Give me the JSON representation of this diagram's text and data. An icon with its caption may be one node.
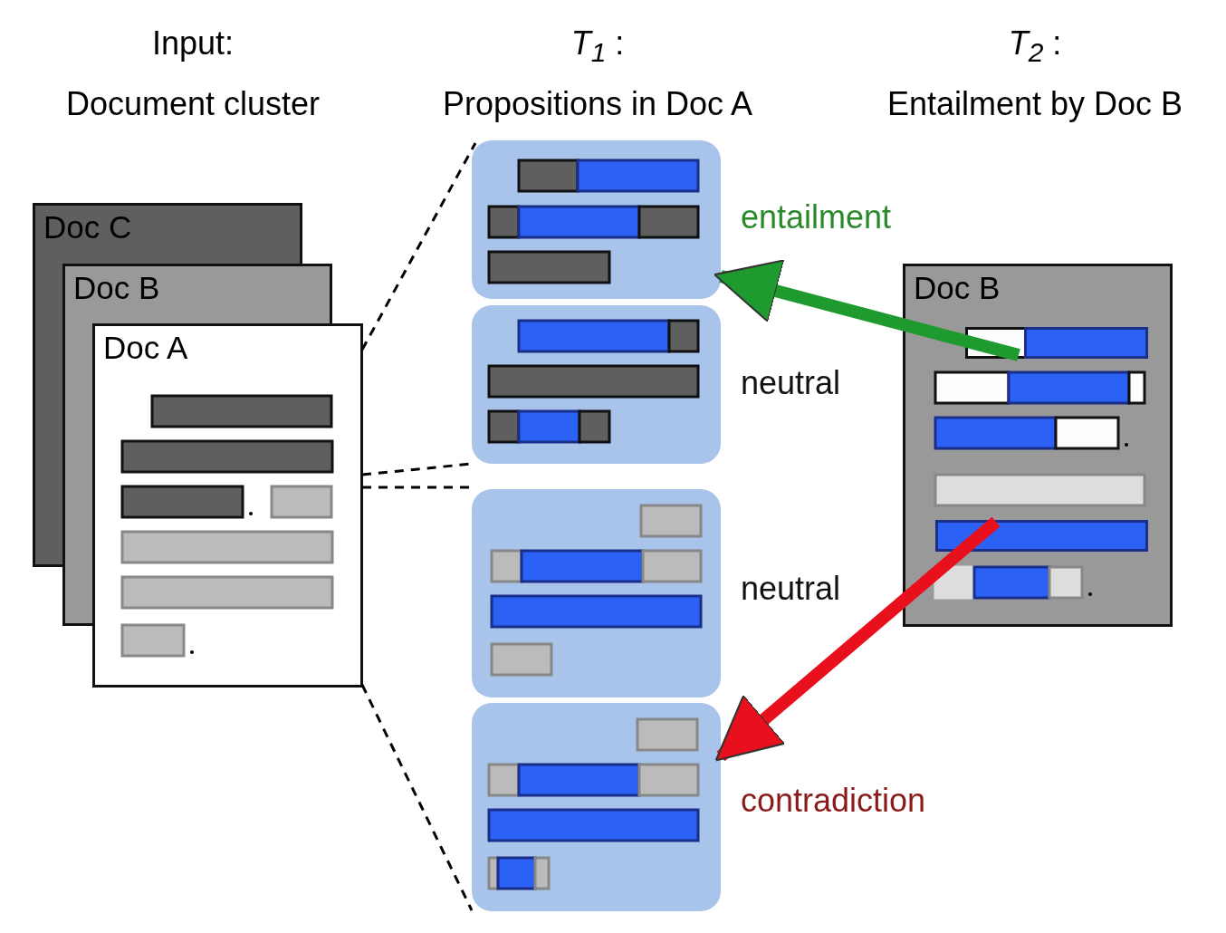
{
  "diagram": {
    "nodes": [
      {
        "text": [
          "Doc C"
        ]
      },
      {
        "text": [
          "Doc B"
        ]
      },
      {
        "text": [
          "Doc A"
        ]
      },
      {
        "text": [],
        "shape": "box",
        "beside": [
          "entailment"
        ]
      },
      {
        "text": [],
        "shape": "box",
        "beside": [
          "neutral"
        ]
      },
      {
        "text": [],
        "shape": "box",
        "beside": [
          "neutral"
        ]
      },
      {
        "text": [],
        "shape": "box",
        "beside": [
          "contradiction"
        ]
      },
      {
        "text": [
          "Doc B"
        ]
      },
      {
        "text": [],
        "shape": "bar",
        "in": 7
      },
      {
        "text": [],
        "shape": "bar",
        "in": 7
      }
    ],
    "edges": [
      {
        "from": 8,
        "to": 3,
        "arrow": "to",
        "style": "thick",
        "color": "#1e9a2e"
      },
      {
        "from": 9,
        "to": 6,
        "arrow": "to",
        "style": "thick",
        "color": "#e8101c"
      },
      {
        "from": 2,
        "to": 3,
        "arrow": "none",
        "style": "dashed"
      },
      {
        "from": 2,
        "to": 4,
        "arrow": "none",
        "style": "dashed"
      },
      {
        "from": 2,
        "to": 5,
        "arrow": "none",
        "style": "dashed"
      },
      {
        "from": 2,
        "to": 6,
        "arrow": "none",
        "style": "dashed"
      }
    ],
    "labels": [
      "Input:",
      "Document cluster",
      "*T*$_{1}$ :",
      "Propositions in Doc A",
      "*T*$_{2}$ :",
      "Entailment by Doc B"
    ]
  }
}
